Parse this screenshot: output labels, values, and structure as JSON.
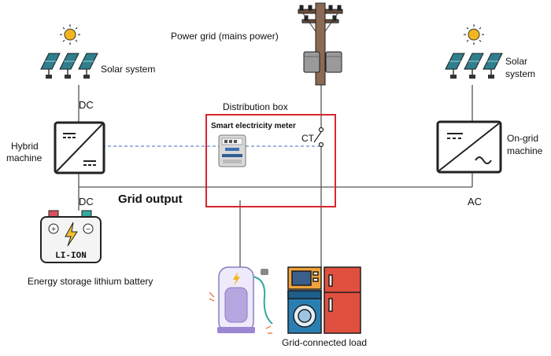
{
  "labels": {
    "power_grid": "Power grid (mains power)",
    "distribution_box": "Distribution box",
    "smart_meter": "Smart electricity meter",
    "ct": "CT",
    "solar_left": "Solar system",
    "solar_right_line1": "Solar",
    "solar_right_line2": "system",
    "dc_top": "DC",
    "dc_bottom": "DC",
    "ac": "AC",
    "hybrid_line1": "Hybrid",
    "hybrid_line2": "machine",
    "ongrid_line1": "On-grid",
    "ongrid_line2": "machine",
    "grid_output": "Grid output",
    "battery_text": "LI-ION",
    "battery_caption": "Energy storage lithium battery",
    "load_caption": "Grid-connected load"
  },
  "colors": {
    "line": "#555555",
    "dashed_link": "#3a6fb0",
    "distribution_box_border": "#d7262e",
    "sun": "#f2b61c",
    "solar_panel": "#2f7f8e",
    "inverter": "#222222",
    "battery_positive": "#d9515e",
    "battery_negative": "#35a8a0",
    "battery_bolt": "#f2c230",
    "fridge": "#e0503f",
    "washer": "#2a7fb2",
    "charger": "#b6a6e0"
  },
  "icons": [
    "sun-icon",
    "solar-panel-icon",
    "utility-pole-icon",
    "inverter-icon",
    "smart-meter-icon",
    "ct-switch-icon",
    "lithium-battery-icon",
    "ev-charger-icon",
    "home-appliances-icon"
  ]
}
